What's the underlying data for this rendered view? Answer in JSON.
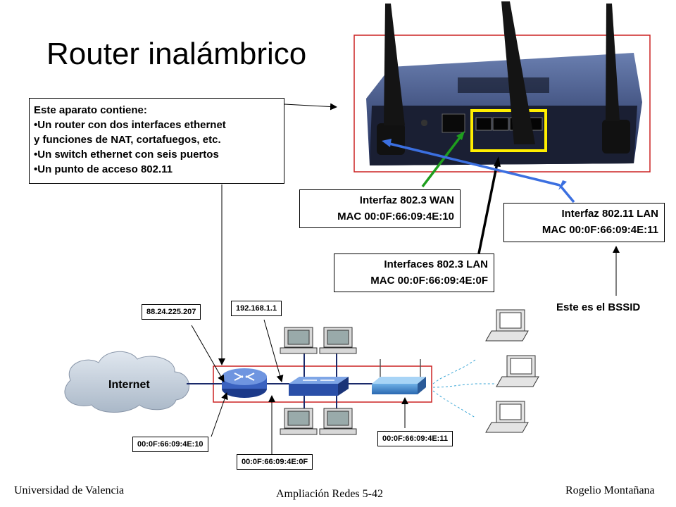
{
  "title": "Router inalámbrico",
  "info_box": {
    "heading": "Este aparato contiene:",
    "items": [
      "•Un router con dos interfaces ethernet",
      "y funciones de NAT, cortafuegos, etc.",
      "•Un switch ethernet con seis puertos",
      "•Un punto de acceso 802.11"
    ]
  },
  "wan_label": {
    "line1": "Interfaz 802.3 WAN",
    "line2": "MAC 00:0F:66:09:4E:10"
  },
  "lan_label": {
    "line1": "Interfaces 802.3 LAN",
    "line2": "MAC 00:0F:66:09:4E:0F"
  },
  "wlan_label": {
    "line1": "Interfaz 802.11 LAN",
    "line2": "MAC 00:0F:66:09:4E:11"
  },
  "bssid_note": "Este es el BSSID",
  "network": {
    "cloud_label": "Internet",
    "public_ip": "88.24.225.207",
    "private_ip": "192.168.1.1",
    "mac_wan": "00:0F:66:09:4E:10",
    "mac_lan": "00:0F:66:09:4E:0F",
    "mac_wlan": "00:0F:66:09:4E:11"
  },
  "colors": {
    "wan_arrow": "#1e9e1e",
    "lan_arrow": "#000000",
    "wlan_arrow": "#3b6fe0",
    "highlight": "#ffee00",
    "frame": "#cc2222"
  },
  "footer": {
    "left": "Universidad de Valencia",
    "center": "Ampliación Redes 5-42",
    "right": "Rogelio Montañana"
  }
}
